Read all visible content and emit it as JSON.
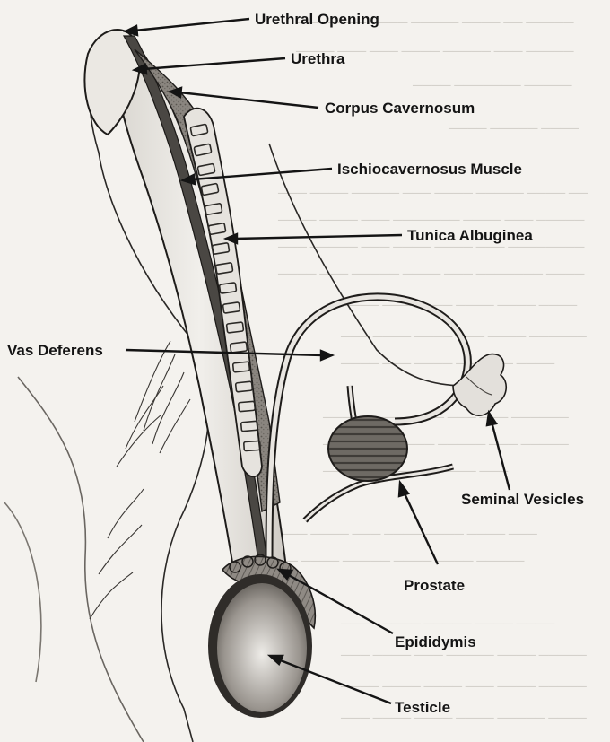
{
  "figure": {
    "labels": {
      "urethral_opening": "Urethral Opening",
      "urethra": "Urethra",
      "corpus_cavernosum": "Corpus Cavernosum",
      "ischiocavernosus_muscle": "Ischiocavernosus Muscle",
      "tunica_albuginea": "Tunica Albuginea",
      "vas_deferens": "Vas Deferens",
      "seminal_vesicles": "Seminal Vesicles",
      "prostate": "Prostate",
      "epididymis": "Epididymis",
      "testicle": "Testicle"
    },
    "colors": {
      "ink": "#141414",
      "paper": "#f4f2ee",
      "tissue_shade": "#7d7974",
      "bleed_text": "#b9b5ae"
    }
  }
}
